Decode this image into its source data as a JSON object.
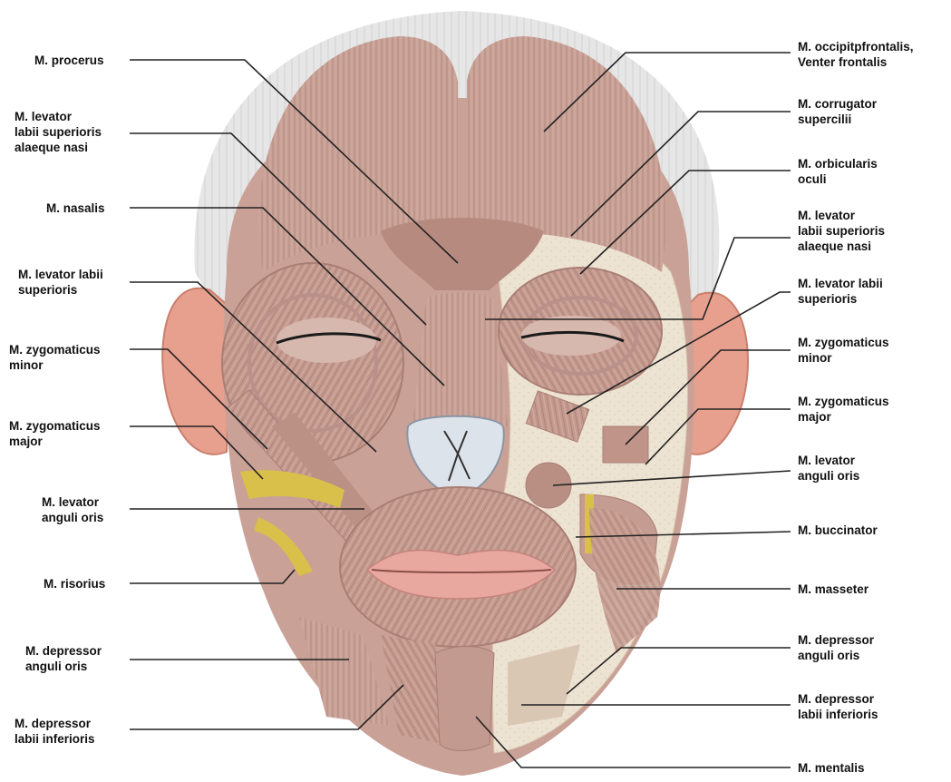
{
  "left_labels": [
    {
      "id": "procerus",
      "text": "M. procerus"
    },
    {
      "id": "levator-labii-sup-alaeque-nasi",
      "text": "M. levator\nlabii superioris\nalaeque nasi"
    },
    {
      "id": "nasalis",
      "text": "M. nasalis"
    },
    {
      "id": "levator-labii-superioris",
      "text": "M. levator labii\nsuperioris"
    },
    {
      "id": "zygomaticus-minor",
      "text": "M. zygomaticus\nminor"
    },
    {
      "id": "zygomaticus-major",
      "text": "M. zygomaticus\nmajor"
    },
    {
      "id": "levator-anguli-oris",
      "text": "M. levator\nanguli oris"
    },
    {
      "id": "risorius",
      "text": "M. risorius"
    },
    {
      "id": "depressor-anguli-oris",
      "text": "M. depressor\nanguli oris"
    },
    {
      "id": "depressor-labii-inferioris",
      "text": "M. depressor\nlabii inferioris"
    }
  ],
  "right_labels": [
    {
      "id": "occipitofrontalis",
      "text": "M. occipitpfrontalis,\nVenter frontalis"
    },
    {
      "id": "corrugator-supercilii",
      "text": "M. corrugator\nsupercilii"
    },
    {
      "id": "orbicularis-oculi",
      "text": "M. orbicularis\noculi"
    },
    {
      "id": "levator-labii-sup-alaeque-nasi",
      "text": "M. levator\nlabii superioris\nalaeque nasi"
    },
    {
      "id": "levator-labii-superioris",
      "text": "M. levator labii\nsuperioris"
    },
    {
      "id": "zygomaticus-minor",
      "text": "M. zygomaticus\nminor"
    },
    {
      "id": "zygomaticus-major",
      "text": "M. zygomaticus\nmajor"
    },
    {
      "id": "levator-anguli-oris",
      "text": "M. levator\nanguli oris"
    },
    {
      "id": "buccinator",
      "text": "M. buccinator"
    },
    {
      "id": "masseter",
      "text": "M. masseter"
    },
    {
      "id": "depressor-anguli-oris",
      "text": "M. depressor\nanguli oris"
    },
    {
      "id": "depressor-labii-inferioris",
      "text": "M. depressor\nlabii inferioris"
    },
    {
      "id": "mentalis",
      "text": "M. mentalis"
    }
  ],
  "colors": {
    "muscle": "#c9a196",
    "muscle_dark": "#a97e74",
    "muscle_light": "#dcbcb2",
    "fat": "#ede3d3",
    "skull_bg": "#e6e6e6",
    "ear": "#e8a08e",
    "nerve_yellow": "#d9c04a",
    "nose_cartilage": "#dde3ea",
    "lips": "#e8a8a0",
    "leader_line": "#222222"
  }
}
